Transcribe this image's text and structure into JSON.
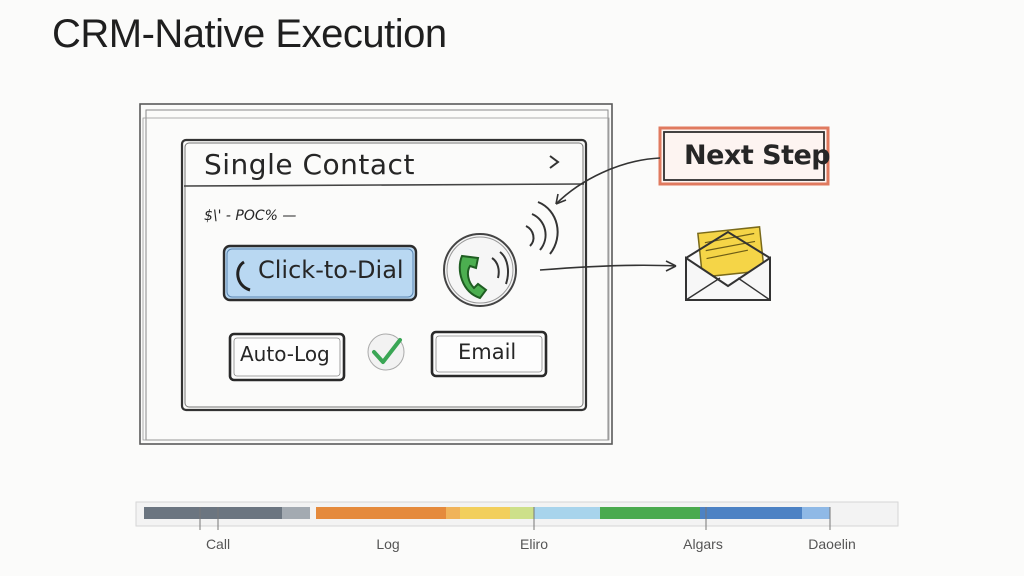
{
  "page": {
    "title": "CRM-Native Execution"
  },
  "panel": {
    "header": "Single Contact",
    "status_line": "$\\' -  POC% —",
    "chevron": "chevron-right-icon"
  },
  "buttons": {
    "click_to_dial": "Click-to-Dial",
    "auto_log": "Auto-Log",
    "email": "Email",
    "next_step": "Next Step"
  },
  "icons": {
    "phone": "phone-icon",
    "signal": "signal-waves-icon",
    "check": "checkmark-icon",
    "envelope": "envelope-icon"
  },
  "timeline": {
    "labels": [
      "Call",
      "Log",
      "Eliro",
      "Algars",
      "Daoelin"
    ]
  },
  "colors": {
    "dial_fill": "#b9d8f2",
    "next_step_border": "#e07a5f",
    "phone_green": "#4caf50",
    "check_green": "#3aa655",
    "envelope_yellow": "#f5d547"
  }
}
